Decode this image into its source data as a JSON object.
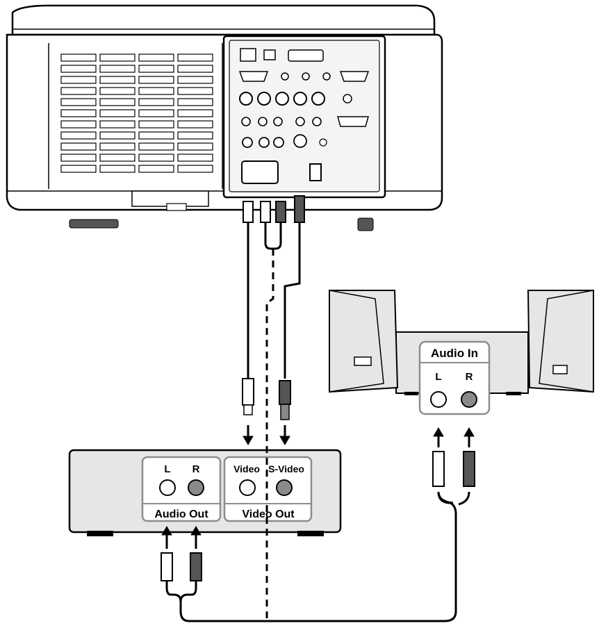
{
  "speakers": {
    "panel_title": "Audio In",
    "left": "L",
    "right": "R"
  },
  "av_source": {
    "audio_left": "L",
    "audio_right": "R",
    "audio_group": "Audio Out",
    "video": "Video",
    "svideo": "S-Video",
    "video_group": "Video Out"
  },
  "colors": {
    "line": "#000000",
    "panel_fill": "#e6e6e6",
    "panel_border": "#8c8c8c",
    "jack_right_fill": "#8a8a8a",
    "jack_left_fill": "#ffffff"
  }
}
